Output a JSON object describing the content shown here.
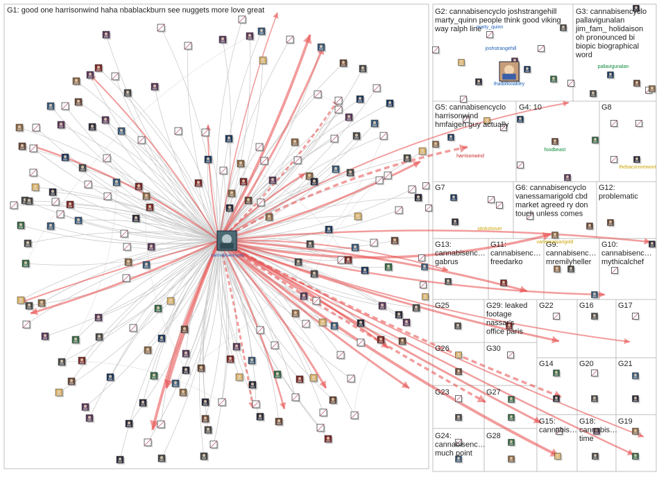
{
  "hub": {
    "name": "cannabisencyclo"
  },
  "groups": [
    {
      "id": "G1",
      "lines": [
        "G1: good one harrisonwind haha nbablackburn see nuggets more love great"
      ]
    },
    {
      "id": "G2",
      "lines": [
        "G2: cannabisencyclo joshstrangehill",
        "marty_quinn people think good viking",
        "way ralph line"
      ]
    },
    {
      "id": "G3",
      "lines": [
        "G3: cannabisencyclo",
        "pallavigunalan",
        "jim_fam_ holidaison",
        "oh pronounced bi",
        "biopic biographical",
        "word"
      ]
    },
    {
      "id": "G4",
      "lines": [
        "G4: 10"
      ]
    },
    {
      "id": "G5",
      "lines": [
        "G5: cannabisencyclo",
        "harrisonwind",
        "hmfaigen guy actually"
      ]
    },
    {
      "id": "G6",
      "lines": [
        "G6: cannabisencyclo",
        "vanessamarigold cbd",
        "market agreed ry don",
        "touch unless comes"
      ]
    },
    {
      "id": "G7",
      "lines": [
        "G7"
      ]
    },
    {
      "id": "G8",
      "lines": [
        "G8"
      ]
    },
    {
      "id": "G9",
      "lines": [
        "G9:",
        "cannabisenc…",
        "mremilyheller"
      ]
    },
    {
      "id": "G10",
      "lines": [
        "G10:",
        "cannabisenc…",
        "mythicalchef"
      ]
    },
    {
      "id": "G11",
      "lines": [
        "G11:",
        "cannabisenc…",
        "freedarko"
      ]
    },
    {
      "id": "G12",
      "lines": [
        "G12:",
        "problematic"
      ]
    },
    {
      "id": "G13",
      "lines": [
        "G13:",
        "cannabisenc…",
        "gabrus"
      ]
    },
    {
      "id": "G14",
      "lines": [
        "G14"
      ]
    },
    {
      "id": "G15",
      "lines": [
        "G15:",
        "cannabis…"
      ]
    },
    {
      "id": "G16",
      "lines": [
        "G16"
      ]
    },
    {
      "id": "G17",
      "lines": [
        "G17"
      ]
    },
    {
      "id": "G18",
      "lines": [
        "G18:",
        "cannabis…",
        "time"
      ]
    },
    {
      "id": "G19",
      "lines": [
        "G19"
      ]
    },
    {
      "id": "G20",
      "lines": [
        "G20"
      ]
    },
    {
      "id": "G21",
      "lines": [
        "G21"
      ]
    },
    {
      "id": "G22",
      "lines": [
        "G22"
      ]
    },
    {
      "id": "G23",
      "lines": [
        "G23"
      ]
    },
    {
      "id": "G24",
      "lines": [
        "G24:",
        "cannabisenc…",
        "much point"
      ]
    },
    {
      "id": "G25",
      "lines": [
        "G25"
      ]
    },
    {
      "id": "G26",
      "lines": [
        "G26"
      ]
    },
    {
      "id": "G27",
      "lines": [
        "G27"
      ]
    },
    {
      "id": "G28",
      "lines": [
        "G28"
      ]
    },
    {
      "id": "G29",
      "lines": [
        "G29: leaked",
        "footage",
        "nassar's",
        "office paris"
      ]
    },
    {
      "id": "G30",
      "lines": [
        "G30"
      ]
    }
  ],
  "node_labels": [
    "marty_quinn",
    "joshstrangehill",
    "thatbillooakley",
    "pallavigunalan",
    "harrisonwind",
    "foodbeast",
    "thebaconsrewont",
    "stinkshover",
    "vanessamarigold"
  ],
  "colors": {
    "edge_gray": "#c4c4c4",
    "edge_red": "#e84a4a",
    "box_border": "#bfbfbf",
    "label_blue": "#1a5fb4"
  }
}
